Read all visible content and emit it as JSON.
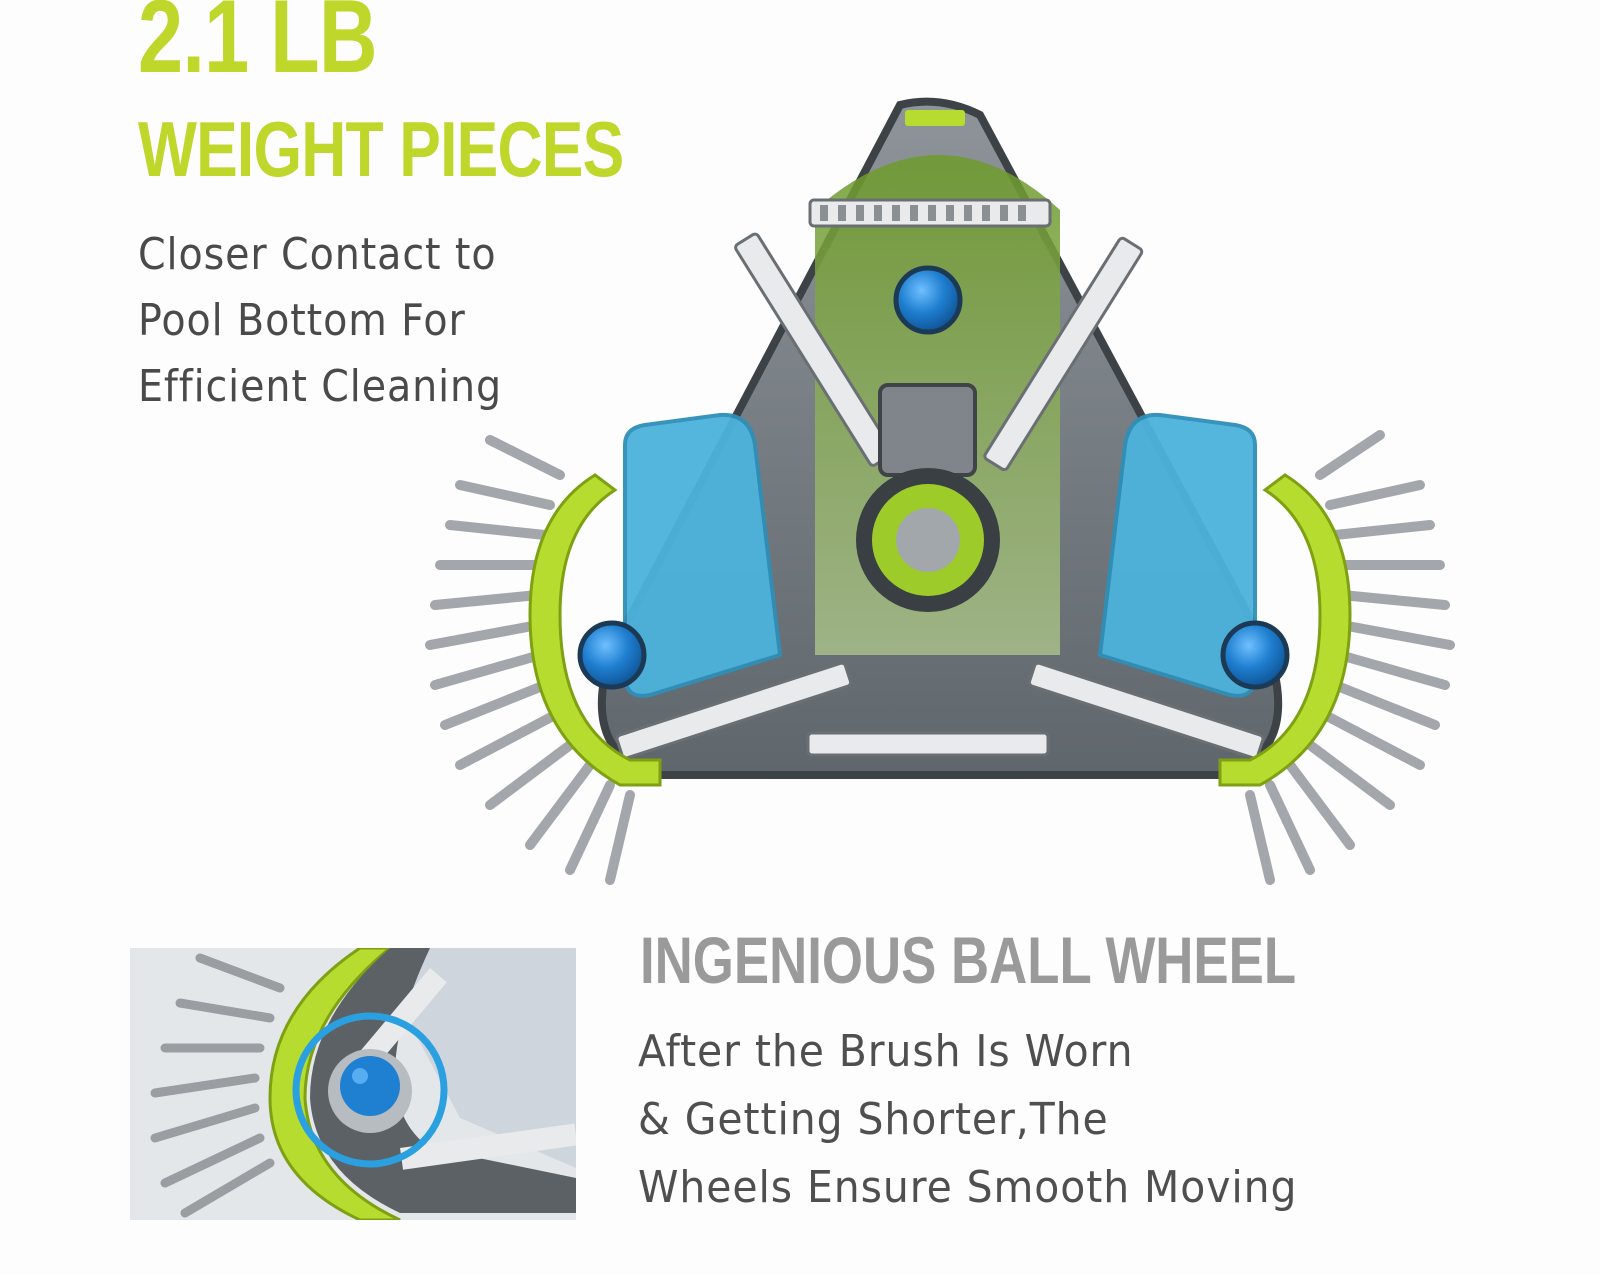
{
  "hero": {
    "weight": "2.1 LB",
    "subheading": "WEIGHT PIECES",
    "description_lines": [
      "Closer Contact to",
      "Pool Bottom For",
      "Efficient Cleaning"
    ]
  },
  "feature": {
    "title": "INGENIOUS BALL WHEEL",
    "description_lines": [
      "After the Brush Is Worn",
      "& Getting Shorter,The",
      "Wheels Ensure Smooth Moving"
    ]
  },
  "images": {
    "main": "triangular-pool-vacuum-head-bottom-view",
    "inset": "ball-wheel-closeup"
  },
  "colors": {
    "accent_green": "#bfd62a",
    "body_text": "#4a4a4a",
    "feature_title": "#9a9a9a",
    "ball_blue": "#1f7fd0",
    "pad_blue": "#4db3dc",
    "highlight_ring": "#2aa0e0"
  }
}
